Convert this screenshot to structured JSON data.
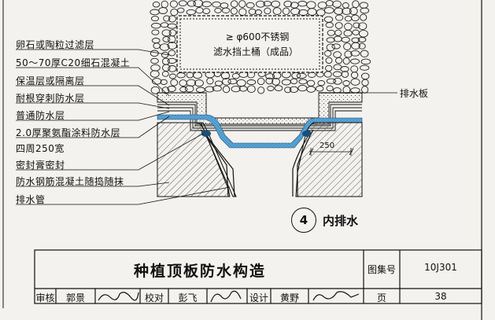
{
  "diagram": {
    "tank_label_line1": "≥ φ600不锈钢",
    "tank_label_line2": "滤水挡土桶（成品）",
    "right_label": "排水板",
    "dimension": "250",
    "left_labels": [
      "卵石或陶粒过滤层",
      "50～70厚C20细石混凝土",
      "保温层或隔离层",
      "耐根穿刺防水层",
      "普通防水层",
      "2.0厚聚氨酯涂料防水层",
      "四周250宽",
      "密封膏密封",
      "防水钢筋混凝土随捣随抹",
      "排水管"
    ],
    "callout_number": "4",
    "callout_text": "内排水"
  },
  "title_block": {
    "title": "种植顶板防水构造",
    "atlas_label": "图集号",
    "atlas_number": "10J301",
    "review_label": "审核",
    "reviewer": "郭景",
    "check_label": "校对",
    "checker": "彭飞",
    "design_label": "设计",
    "designer": "黄野",
    "page_label": "页",
    "page_number": "38"
  },
  "colors": {
    "waterproof_blue": "#5aa6d8",
    "line": "#111111",
    "background": "#f4f2ee"
  }
}
